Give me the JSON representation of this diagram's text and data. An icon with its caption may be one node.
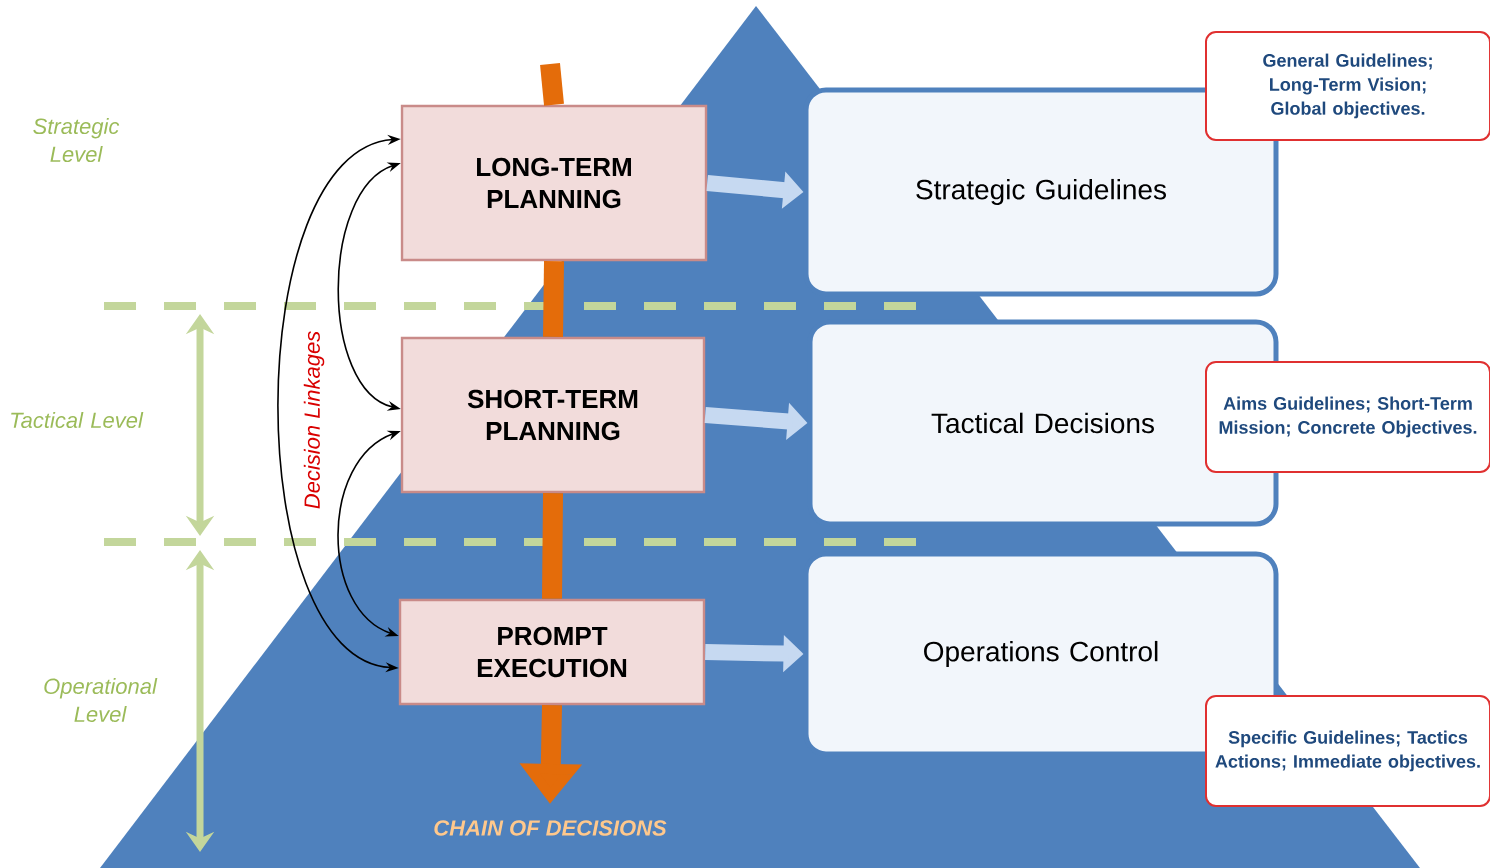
{
  "diagram": {
    "nodes": [
      {
        "text": [
          "LONG-TERM PLANNING"
        ]
      },
      {
        "text": [
          "SHORT-TERM PLANNING"
        ]
      },
      {
        "text": [
          "PROMPT EXECUTION"
        ]
      },
      {
        "text": [
          "Strategic Guidelines"
        ]
      },
      {
        "text": [
          "Tactical Decisions"
        ]
      },
      {
        "text": [
          "Operations Control"
        ]
      },
      {
        "text": [
          "General Guidelines; Long-Term Vision; Global objectives."
        ]
      },
      {
        "text": [
          "Aims Guidelines; Short-Term Mission; Concrete Objectives."
        ]
      },
      {
        "text": [
          "Specific Guidelines; Tactics Actions; Immediate objectives."
        ]
      }
    ],
    "edges": [
      {
        "from": null,
        "to": 0,
        "arrow": "none",
        "color": "#e46c0a"
      },
      {
        "from": 0,
        "to": 1,
        "arrow": "none",
        "color": "#e46c0a"
      },
      {
        "from": 1,
        "to": 2,
        "arrow": "none",
        "color": "#e46c0a"
      },
      {
        "from": 2,
        "to": null,
        "arrow": "to",
        "color": "#e46c0a"
      },
      {
        "from": 0,
        "to": 3,
        "arrow": "to",
        "color": "#c6d9f1"
      },
      {
        "from": 1,
        "to": 4,
        "arrow": "to",
        "color": "#c6d9f1"
      },
      {
        "from": 2,
        "to": 5,
        "arrow": "to",
        "color": "#c6d9f1"
      },
      {
        "from": 0,
        "to": 2,
        "arrow": "both",
        "color": "#000000"
      },
      {
        "from": 0,
        "to": 1,
        "arrow": "both",
        "color": "#000000"
      },
      {
        "from": 1,
        "to": 2,
        "arrow": "both",
        "color": "#000000"
      }
    ],
    "labels": [
      "Strategic Level",
      "Tactical Level",
      "Decision Linkages",
      "Operational Level",
      "CHAIN OF DECISIONS"
    ]
  }
}
